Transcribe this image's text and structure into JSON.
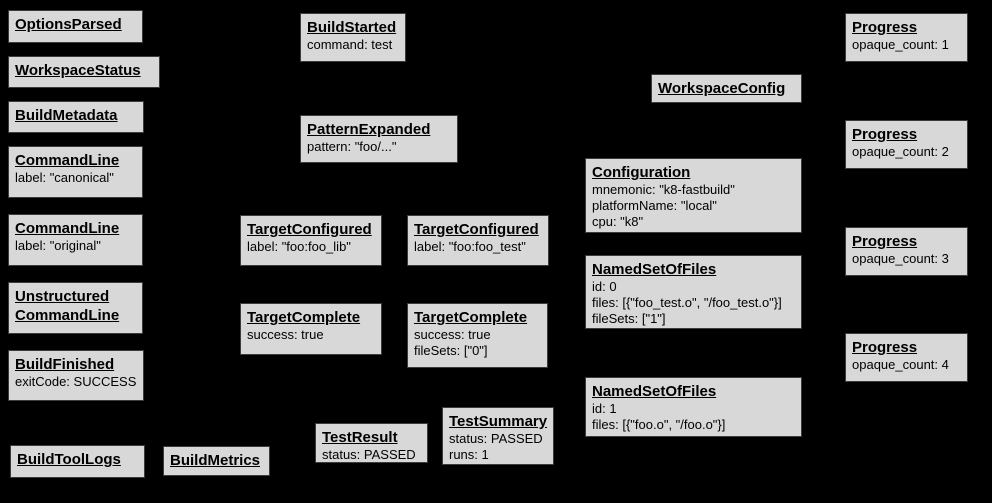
{
  "diagram": {
    "description": "Build event protocol event graph",
    "background_color": "#000000",
    "node_fill_color": "#d8d8d8",
    "node_border_color": "#3c3c3c",
    "text_color": "#000000"
  },
  "nodes": [
    {
      "title": "OptionsParsed",
      "attrs": []
    },
    {
      "title": "WorkspaceStatus",
      "attrs": []
    },
    {
      "title": "BuildMetadata",
      "attrs": []
    },
    {
      "title": "CommandLine",
      "attrs": [
        "label: \"canonical\""
      ]
    },
    {
      "title": "CommandLine",
      "attrs": [
        "label: \"original\""
      ]
    },
    {
      "title_lines": [
        "Unstructured",
        "CommandLine"
      ],
      "attrs": []
    },
    {
      "title": "BuildFinished",
      "attrs": [
        "exitCode: SUCCESS"
      ]
    },
    {
      "title": "BuildToolLogs",
      "attrs": []
    },
    {
      "title": "BuildMetrics",
      "attrs": []
    },
    {
      "title": "BuildStarted",
      "attrs": [
        "command: test"
      ]
    },
    {
      "title": "PatternExpanded",
      "attrs": [
        "pattern: \"foo/...\""
      ]
    },
    {
      "title": "TargetConfigured",
      "attrs": [
        "label: \"foo:foo_lib\""
      ]
    },
    {
      "title": "TargetConfigured",
      "attrs": [
        "label: \"foo:foo_test\""
      ]
    },
    {
      "title": "TargetComplete",
      "attrs": [
        "success: true"
      ]
    },
    {
      "title": "TargetComplete",
      "attrs": [
        "success: true",
        "fileSets: [\"0\"]"
      ]
    },
    {
      "title": "TestResult",
      "attrs": [
        "status: PASSED"
      ]
    },
    {
      "title": "TestSummary",
      "attrs": [
        "status: PASSED",
        "runs: 1"
      ]
    },
    {
      "title": "WorkspaceConfig",
      "attrs": []
    },
    {
      "title": "Configuration",
      "attrs": [
        "mnemonic: \"k8-fastbuild\"",
        "platformName: \"local\"",
        "cpu: \"k8\""
      ]
    },
    {
      "title": "NamedSetOfFiles",
      "attrs": [
        "id: 0",
        "files: [{\"foo_test.o\", \"/foo_test.o\"}]",
        "fileSets: [\"1\"]"
      ]
    },
    {
      "title": "NamedSetOfFiles",
      "attrs": [
        "id: 1",
        "files: [{\"foo.o\", \"/foo.o\"}]"
      ]
    },
    {
      "title": "Progress",
      "attrs": [
        "opaque_count: 1"
      ]
    },
    {
      "title": "Progress",
      "attrs": [
        "opaque_count: 2"
      ]
    },
    {
      "title": "Progress",
      "attrs": [
        "opaque_count: 3"
      ]
    },
    {
      "title": "Progress",
      "attrs": [
        "opaque_count: 4"
      ]
    }
  ]
}
